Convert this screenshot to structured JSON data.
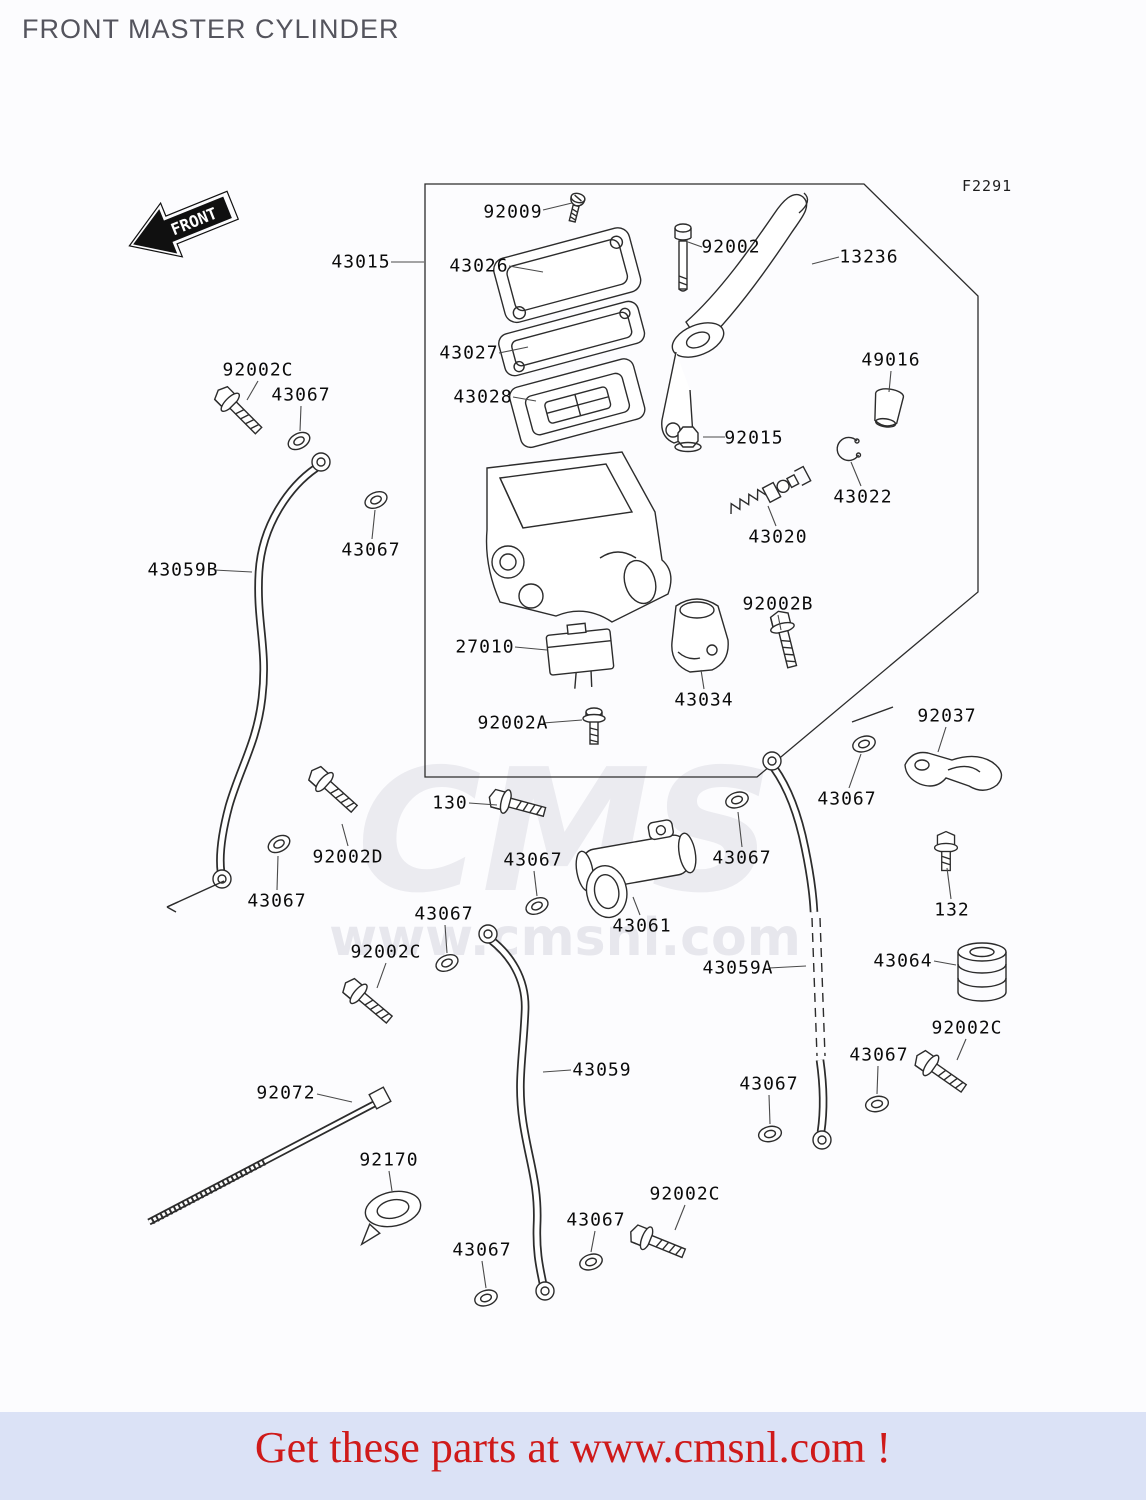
{
  "page": {
    "title": "FRONT MASTER CYLINDER",
    "figure_ref": "F2291",
    "front_arrow_label": "FRONT"
  },
  "watermark": {
    "logo": "CMS",
    "url": "www.cmsnl.com"
  },
  "footer": {
    "text": "Get these parts at www.cmsnl.com !",
    "text_color": "#cf1a1a",
    "bar_color": "#dbe2f6"
  },
  "diagram": {
    "line_color": "#2c2c2c",
    "type": "exploded-parts-diagram"
  },
  "labels": [
    {
      "text": "92009"
    },
    {
      "text": "43015"
    },
    {
      "text": "43026"
    },
    {
      "text": "92002"
    },
    {
      "text": "13236"
    },
    {
      "text": "43027"
    },
    {
      "text": "43028"
    },
    {
      "text": "92015"
    },
    {
      "text": "49016"
    },
    {
      "text": "92002C"
    },
    {
      "text": "43067"
    },
    {
      "text": "43022"
    },
    {
      "text": "43020"
    },
    {
      "text": "43067"
    },
    {
      "text": "43059B"
    },
    {
      "text": "92002B"
    },
    {
      "text": "27010"
    },
    {
      "text": "43034"
    },
    {
      "text": "92002A"
    },
    {
      "text": "92037"
    },
    {
      "text": "43067"
    },
    {
      "text": "130"
    },
    {
      "text": "92002D"
    },
    {
      "text": "43067"
    },
    {
      "text": "43067"
    },
    {
      "text": "43067"
    },
    {
      "text": "43067"
    },
    {
      "text": "43061"
    },
    {
      "text": "132"
    },
    {
      "text": "92002C"
    },
    {
      "text": "43059A"
    },
    {
      "text": "43064"
    },
    {
      "text": "92002C"
    },
    {
      "text": "43067"
    },
    {
      "text": "92072"
    },
    {
      "text": "43059"
    },
    {
      "text": "43067"
    },
    {
      "text": "92170"
    },
    {
      "text": "92002C"
    },
    {
      "text": "43067"
    },
    {
      "text": "43067"
    }
  ]
}
